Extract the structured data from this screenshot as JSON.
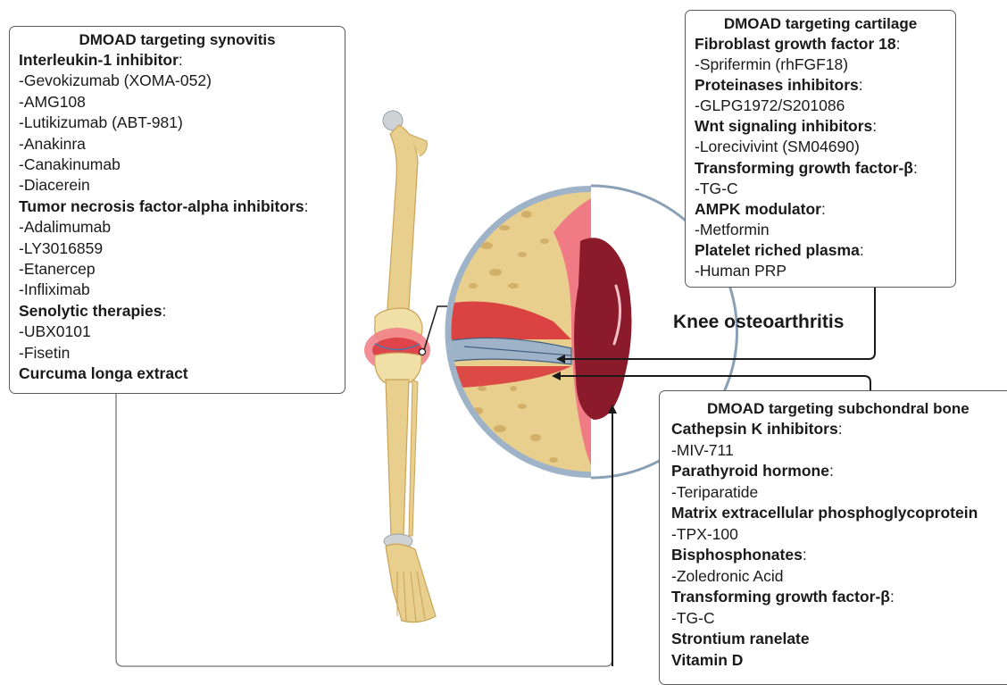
{
  "synovitis": {
    "title": "DMOAD targeting synovitis",
    "lines": [
      {
        "head": "Interleukin-1 inhibitor",
        "tail": ":"
      },
      {
        "text": "-Gevokizumab (XOMA-052)"
      },
      {
        "text": "-AMG108"
      },
      {
        "text": "-Lutikizumab (ABT-981)"
      },
      {
        "text": "-Anakinra"
      },
      {
        "text": "-Canakinumab"
      },
      {
        "text": "-Diacerein"
      },
      {
        "head": "Tumor necrosis factor-alpha inhibitors",
        "tail": ":"
      },
      {
        "text": "-Adalimumab"
      },
      {
        "text": "-LY3016859"
      },
      {
        "text": "-Etanercep"
      },
      {
        "text": "-Infliximab"
      },
      {
        "head": "Senolytic therapies",
        "tail": ":"
      },
      {
        "text": "-UBX0101"
      },
      {
        "text": "-Fisetin"
      },
      {
        "head": "Curcuma longa extract",
        "tail": ""
      }
    ]
  },
  "cartilage": {
    "title": "DMOAD targeting cartilage",
    "lines": [
      {
        "head": "Fibroblast growth factor 18",
        "tail": ":"
      },
      {
        "text": "-Sprifermin (rhFGF18)"
      },
      {
        "head": "Proteinases inhibitors",
        "tail": ":"
      },
      {
        "text": "-GLPG1972/S201086"
      },
      {
        "head": "Wnt signaling inhibitors",
        "tail": ":"
      },
      {
        "text": "-Lorecivivint (SM04690)"
      },
      {
        "head": "Transforming growth factor-β",
        "tail": ":"
      },
      {
        "text": "-TG-C"
      },
      {
        "head": "AMPK modulator",
        "tail": ":"
      },
      {
        "text": "-Metformin"
      },
      {
        "head": "Platelet riched plasma",
        "tail": ":"
      },
      {
        "text": "-Human PRP"
      }
    ]
  },
  "subchondral": {
    "title": "DMOAD targeting subchondral bone",
    "lines": [
      {
        "head": "Cathepsin K inhibitors",
        "tail": ":"
      },
      {
        "text": "-MIV-711"
      },
      {
        "head": "Parathyroid hormone",
        "tail": ":"
      },
      {
        "text": "-Teriparatide"
      },
      {
        "head": "Matrix extracellular phosphoglycoprotein",
        "tail": ""
      },
      {
        "text": "-TPX-100"
      },
      {
        "head": "Bisphosphonates",
        "tail": ":"
      },
      {
        "text": "-Zoledronic Acid"
      },
      {
        "head": "Transforming growth factor-β",
        "tail": ":"
      },
      {
        "text": "-TG-C"
      },
      {
        "head": "Strontium ranelate",
        "tail": ""
      },
      {
        "head": "Vitamin D",
        "tail": ""
      }
    ]
  },
  "knee_label": "Knee osteoarthritis",
  "colors": {
    "bone": "#e8cf8e",
    "bone_dark": "#c9a35a",
    "inflamed": "#d9323a",
    "inflamed_light": "#f07b84",
    "cartilage_blue": "#9fb3c8",
    "lesion_dark": "#8b1a2b",
    "connector": "#1a1a1a"
  }
}
